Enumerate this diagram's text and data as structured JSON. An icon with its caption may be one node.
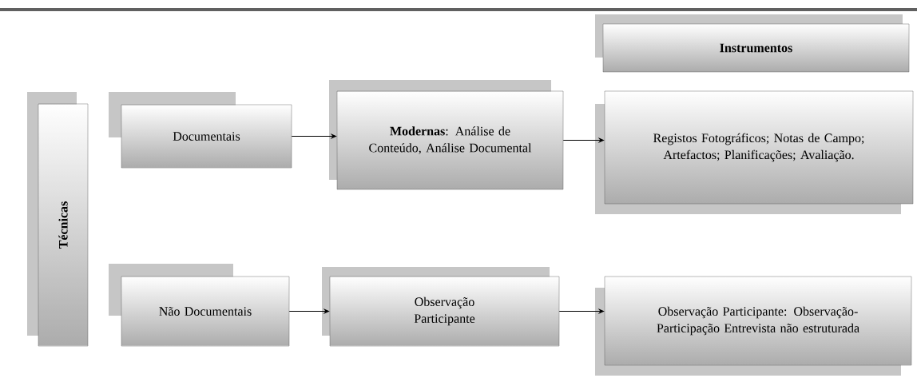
{
  "diagram": {
    "nodes": [
      {
        "text": [
          "Técnicas"
        ]
      },
      {
        "text": [
          "Documentais"
        ]
      },
      {
        "text": [
          "**Modernas**: Análise de Conteúdo, Análise Documental"
        ]
      },
      {
        "text": [
          "Instrumentos"
        ]
      },
      {
        "text": [
          "Registos Fotográficos; Notas de Campo; Artefactos; Planificações; Avaliação."
        ]
      },
      {
        "text": [
          "Não Documentais"
        ]
      },
      {
        "text": [
          "Observação Participante"
        ]
      },
      {
        "text": [
          "Observação Participante: Observação-Participação Entrevista não estruturada"
        ]
      }
    ],
    "edges": [
      {
        "from": 1,
        "to": 2,
        "arrow": "to"
      },
      {
        "from": 2,
        "to": 4,
        "arrow": "to"
      },
      {
        "from": 5,
        "to": 6,
        "arrow": "to"
      },
      {
        "from": 6,
        "to": 7,
        "arrow": "to"
      }
    ]
  }
}
